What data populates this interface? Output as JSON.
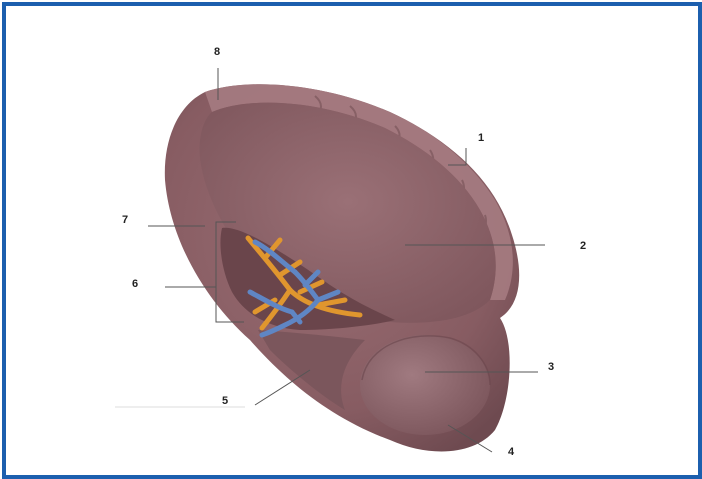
{
  "colors": {
    "frame": "#1c5fae",
    "organ": "#8c6166",
    "organ_dark": "#6e4a50",
    "organ_light": "#a47a80",
    "artery": "#e0962e",
    "vein": "#5f86c4",
    "leader": "#555555"
  },
  "labels": [
    {
      "id": "1",
      "text": "1"
    },
    {
      "id": "2",
      "text": "2"
    },
    {
      "id": "3",
      "text": "3"
    },
    {
      "id": "4",
      "text": "4"
    },
    {
      "id": "5",
      "text": "5"
    },
    {
      "id": "6",
      "text": "6"
    },
    {
      "id": "7",
      "text": "7"
    },
    {
      "id": "8",
      "text": "8"
    }
  ]
}
